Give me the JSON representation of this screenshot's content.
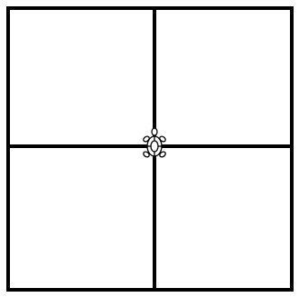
{
  "canvas": {
    "background": "#ffffff",
    "line_color": "#000000"
  },
  "figure": {
    "shape": "square-divided-into-quadrants",
    "quadrants": 4
  },
  "turtle": {
    "icon": "turtle-icon",
    "color": "#000000",
    "heading": "up"
  }
}
